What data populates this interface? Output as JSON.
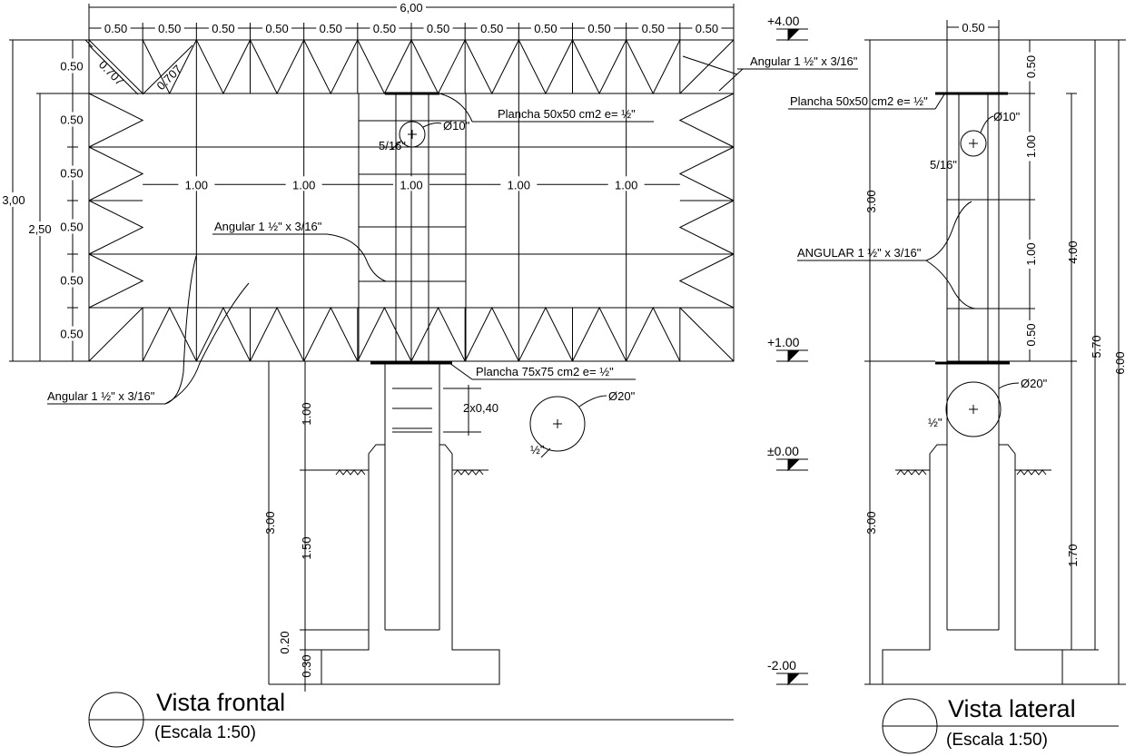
{
  "front": {
    "title": "Vista frontal",
    "scale": "(Escala 1:50)",
    "overall_width": "6,00",
    "module_widths": [
      "0.50",
      "0.50",
      "0.50",
      "0.50",
      "0.50",
      "0.50",
      "0.50",
      "0.50",
      "0.50",
      "0.50",
      "0.50",
      "0.50"
    ],
    "row_heights": [
      "0.50",
      "0.50",
      "0.50",
      "0.50",
      "0.50",
      "0.50"
    ],
    "panel_widths": [
      "1.00",
      "1.00",
      "1.00",
      "1.00",
      "1.00"
    ],
    "diag_a": "0.707",
    "diag_b": "0.707",
    "height_total": "3,00",
    "height_inner": "2,50",
    "post_dims": {
      "top": "1.00",
      "buried": "3.00",
      "mid": "1.50",
      "step": "0.20",
      "base": "0.30",
      "plate_spacing": "2x0,40"
    },
    "labels": {
      "angular_top": "Angular 1 ½\" x 3/16\"",
      "plate_top": "Plancha 50x50 cm2 e= ½\"",
      "pipe_small": "Ø10\"",
      "pipe_small_t": "5/16\"",
      "angular_mid": "Angular 1 ½\" x 3/16\"",
      "angular_bottom": "Angular 1 ½\" x 3/16\"",
      "plate_bottom": "Plancha 75x75 cm2 e= ½\"",
      "pipe_big": "Ø20\"",
      "pipe_big_t": "½\""
    }
  },
  "levels": [
    "+4.00",
    "+1.00",
    "±0.00",
    "-2.00"
  ],
  "side": {
    "title": "Vista lateral",
    "scale": "(Escala 1:50)",
    "width": "0.50",
    "dims_right": [
      "0.50",
      "1.00",
      "1.00",
      "0.50"
    ],
    "dim_total_4": "4.00",
    "dim_57": "5.70",
    "dim_6": "6.00",
    "dim_17": "1.70",
    "dim_3a": "3.00",
    "dim_3b": "3.00",
    "labels": {
      "plate_top": "Plancha 50x50 cm2 e= ½\"",
      "pipe_small": "Ø10\"",
      "pipe_small_t": "5/16\"",
      "angular": "ANGULAR 1 ½\" x 3/16\"",
      "pipe_big": "Ø20\"",
      "pipe_big_t": "½\""
    }
  }
}
